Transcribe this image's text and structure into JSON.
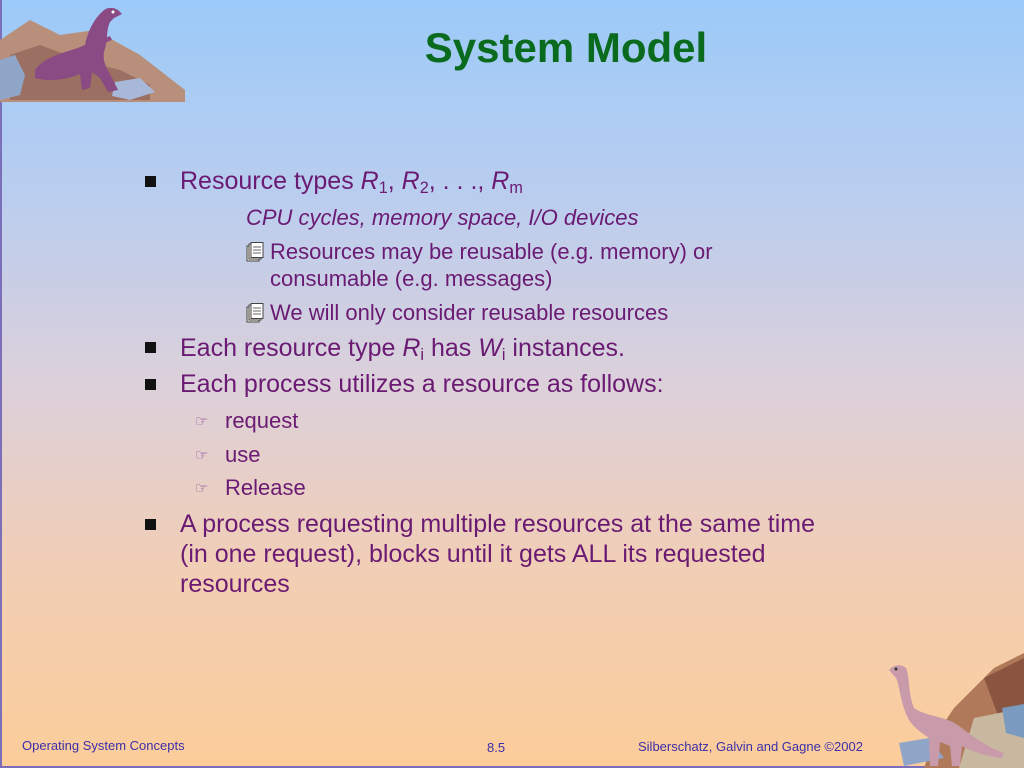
{
  "slide": {
    "title": "System Model",
    "bullets": {
      "b1": {
        "prefix": "Resource types ",
        "r": "R",
        "sub1": "1",
        "sep1": ", ",
        "sub2": "2",
        "sep2": ", . . ., ",
        "subm": "m",
        "example": "CPU cycles, memory space, I/O devices",
        "sub_a_line1": "Resources may be reusable (e.g. memory) or",
        "sub_a_line2": "consumable (e.g. messages)",
        "sub_b": "We will only consider reusable resources"
      },
      "b2": {
        "prefix": "Each resource type ",
        "r": "R",
        "sub_i": "i",
        "mid": " has ",
        "w": "W",
        "sub_i2": "i",
        "suffix": " instances."
      },
      "b3": {
        "text": "Each process utilizes a resource as follows:",
        "steps": [
          "request",
          "use",
          "Release"
        ]
      },
      "b4": {
        "line1": "A process requesting multiple resources at the same time",
        "line2": "(in one request), blocks until it gets ALL its requested",
        "line3": "resources"
      }
    }
  },
  "footer": {
    "left": "Operating System Concepts",
    "center": "8.5",
    "right": "Silberschatz, Galvin and  Gagne ©2002"
  },
  "icons": {
    "bullet": "square-bullet-icon",
    "sub_bullet": "book-icon",
    "step_bullet": "pointing-hand-icon"
  }
}
